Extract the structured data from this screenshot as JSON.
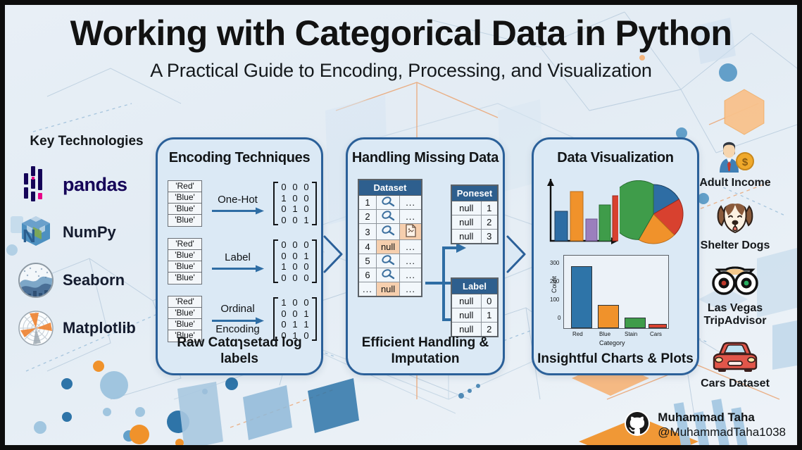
{
  "header": {
    "title": "Working with Categorical Data in Python",
    "subtitle": "A Practical Guide to Encoding, Processing, and Visualization"
  },
  "colors": {
    "background": "#e3ecf4",
    "card_fill": "#dbe9f5",
    "card_border": "#2b6099",
    "accent_blue": "#2e6da4",
    "accent_orange": "#f0922b",
    "table_header": "#2e5f8e",
    "null_highlight": "#f6cfae",
    "text": "#121517"
  },
  "left_rail": {
    "heading": "Key Technologies",
    "items": [
      {
        "label": "pandas",
        "icon": "pandas-logo"
      },
      {
        "label": "NumPy",
        "icon": "numpy-logo"
      },
      {
        "label": "Seaborn",
        "icon": "seaborn-logo"
      },
      {
        "label": "Matplotlib",
        "icon": "matplotlib-logo"
      }
    ]
  },
  "right_rail": {
    "items": [
      {
        "label": "Adult Income",
        "icon": "businessman-coin-icon"
      },
      {
        "label": "Shelter Dogs",
        "icon": "dog-icon"
      },
      {
        "label": "Las Vegas TripAdvisor",
        "icon": "owl-tripadvisor-icon"
      },
      {
        "label": "Cars Dataset",
        "icon": "car-icon"
      }
    ]
  },
  "cards": {
    "encoding": {
      "title": "Encoding Techniques",
      "footer": "Raw Catɑɿsetad log labels",
      "rows": [
        {
          "labels": [
            "'Red'",
            "'Blue'",
            "'Blue'",
            "'Blue'"
          ],
          "operation": "One-Hot",
          "operation_line2": "",
          "matrix": [
            [
              0,
              0,
              0
            ],
            [
              1,
              0,
              0
            ],
            [
              0,
              1,
              0
            ],
            [
              0,
              0,
              1
            ]
          ]
        },
        {
          "labels": [
            "'Red'",
            "'Blue'",
            "'Blue'",
            "'Blue'"
          ],
          "operation": "Label",
          "operation_line2": "",
          "matrix": [
            [
              0,
              0,
              0
            ],
            [
              0,
              0,
              1
            ],
            [
              1,
              0,
              0
            ],
            [
              0,
              0,
              0
            ]
          ]
        },
        {
          "labels": [
            "'Red'",
            "'Blue'",
            "'Blue'",
            "'Blue'"
          ],
          "operation": "Ordinal",
          "operation_line2": "Encoding",
          "matrix": [
            [
              1,
              0,
              0
            ],
            [
              0,
              0,
              1
            ],
            [
              0,
              1,
              1
            ],
            [
              0,
              1,
              0
            ]
          ]
        }
      ]
    },
    "missing": {
      "title": "Handling Missing Data",
      "footer": "Efficient Handling & Imputation",
      "dataset": {
        "header": "Dataset",
        "rows": [
          {
            "index": "1",
            "value": "magnifier-icon",
            "extra": "..."
          },
          {
            "index": "2",
            "value": "magnifier-icon",
            "extra": "..."
          },
          {
            "index": "3",
            "value": "magnifier-icon",
            "extra": "document-icon"
          },
          {
            "index": "4",
            "value": "null",
            "extra": "..."
          },
          {
            "index": "5",
            "value": "magnifier-icon",
            "extra": "..."
          },
          {
            "index": "6",
            "value": "magnifier-icon",
            "extra": "..."
          },
          {
            "index": "...",
            "value": "null",
            "extra": "..."
          }
        ]
      },
      "out_tables": [
        {
          "header": "Poᴨeset",
          "rows": [
            [
              "null",
              "1"
            ],
            [
              "null",
              "2"
            ],
            [
              "null",
              "3"
            ]
          ]
        },
        {
          "header": "Label",
          "rows": [
            [
              "null",
              "0"
            ],
            [
              "null",
              "1"
            ],
            [
              "null",
              "2"
            ]
          ]
        }
      ]
    },
    "viz": {
      "title": "Data Visualization",
      "footer": "Insightful Charts & Plots"
    }
  },
  "chart_data": [
    {
      "type": "bar",
      "title": "",
      "name": "mini-bar-chart",
      "categories": [
        "c1",
        "c2",
        "c3",
        "c4",
        "c5"
      ],
      "values": [
        52,
        90,
        38,
        66,
        82
      ],
      "colors": [
        "#2e6da4",
        "#f0922b",
        "#9b7fbd",
        "#3f9c4a",
        "#d8412f"
      ],
      "xlabel": "",
      "ylabel": "",
      "ylim": [
        0,
        100
      ],
      "grid": false,
      "legend": null
    },
    {
      "type": "pie",
      "name": "mini-pie-chart",
      "labels": [
        "blue",
        "red",
        "orange",
        "green"
      ],
      "values": [
        18,
        14,
        22,
        46
      ],
      "colors": [
        "#2e6da4",
        "#d8412f",
        "#f0922b",
        "#3f9c4a"
      ],
      "title": "",
      "legend": null
    },
    {
      "type": "bar",
      "name": "seaborn-countplot",
      "title": "",
      "categories": [
        "Red",
        "Blue",
        "Stain",
        "Cars"
      ],
      "values": [
        340,
        127,
        57,
        22
      ],
      "colors": [
        "#2e74a8",
        "#f0922b",
        "#3f9c4a",
        "#d8412f"
      ],
      "xlabel": "Category",
      "ylabel": "Count",
      "yticks": [
        0,
        100,
        200,
        300
      ],
      "ylim": [
        0,
        360
      ],
      "grid": false,
      "legend": null
    }
  ],
  "credit": {
    "name": "Muhammad Taha",
    "handle": "@MuhammadTaha1038",
    "icon": "github-icon"
  }
}
